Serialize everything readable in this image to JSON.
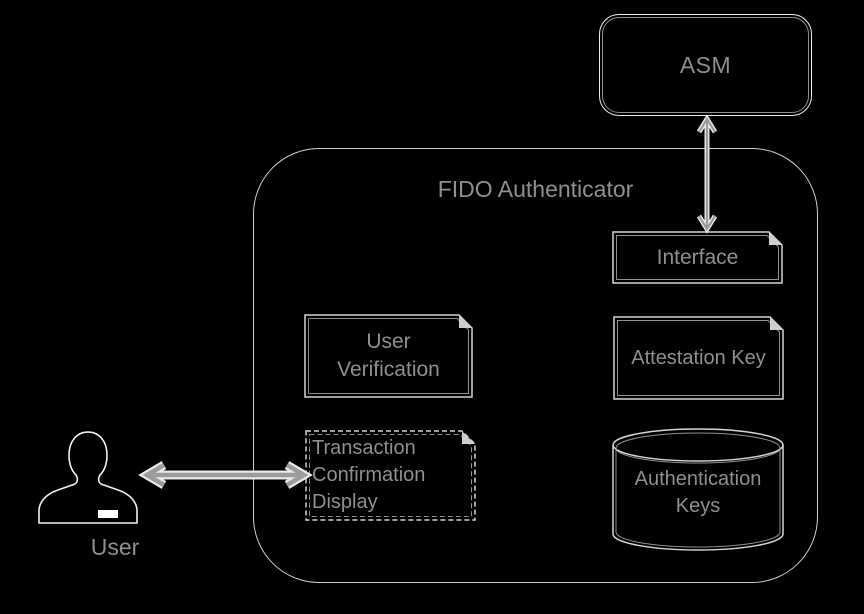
{
  "diagram": {
    "title": "FIDO Authenticator",
    "background_color": "#000000",
    "text_color": "#8e8e93",
    "box_outer_line_color": "#d4d4d4",
    "box_inner_line_color": "#8f8f8f",
    "container_border_color": "#cdcdcd",
    "arrow_color": "#9c9c9c",
    "nodes": {
      "asm": {
        "label": "ASM",
        "shape": "rounded-rectangle"
      },
      "fido_authenticator": {
        "label": "FIDO Authenticator",
        "shape": "rounded-container"
      },
      "interface": {
        "label": "Interface",
        "shape": "note"
      },
      "user_verification": {
        "lines": [
          "User",
          "Verification"
        ],
        "shape": "note"
      },
      "attestation_key": {
        "label": "Attestation Key",
        "shape": "note"
      },
      "transaction_confirmation_display": {
        "lines": [
          "Transaction",
          "Confirmation",
          "Display"
        ],
        "shape": "note-dashed"
      },
      "authentication_keys": {
        "lines": [
          "Authentication",
          "Keys"
        ],
        "shape": "cylinder"
      },
      "user": {
        "label": "User",
        "shape": "person"
      }
    },
    "connectors": [
      {
        "name": "asm-interface",
        "type": "double-headed-arrow",
        "from": "ASM",
        "to": "Interface"
      },
      {
        "name": "user-transaction-display",
        "type": "double-headed-arrow",
        "from": "User",
        "to": "Transaction Confirmation Display"
      }
    ]
  }
}
